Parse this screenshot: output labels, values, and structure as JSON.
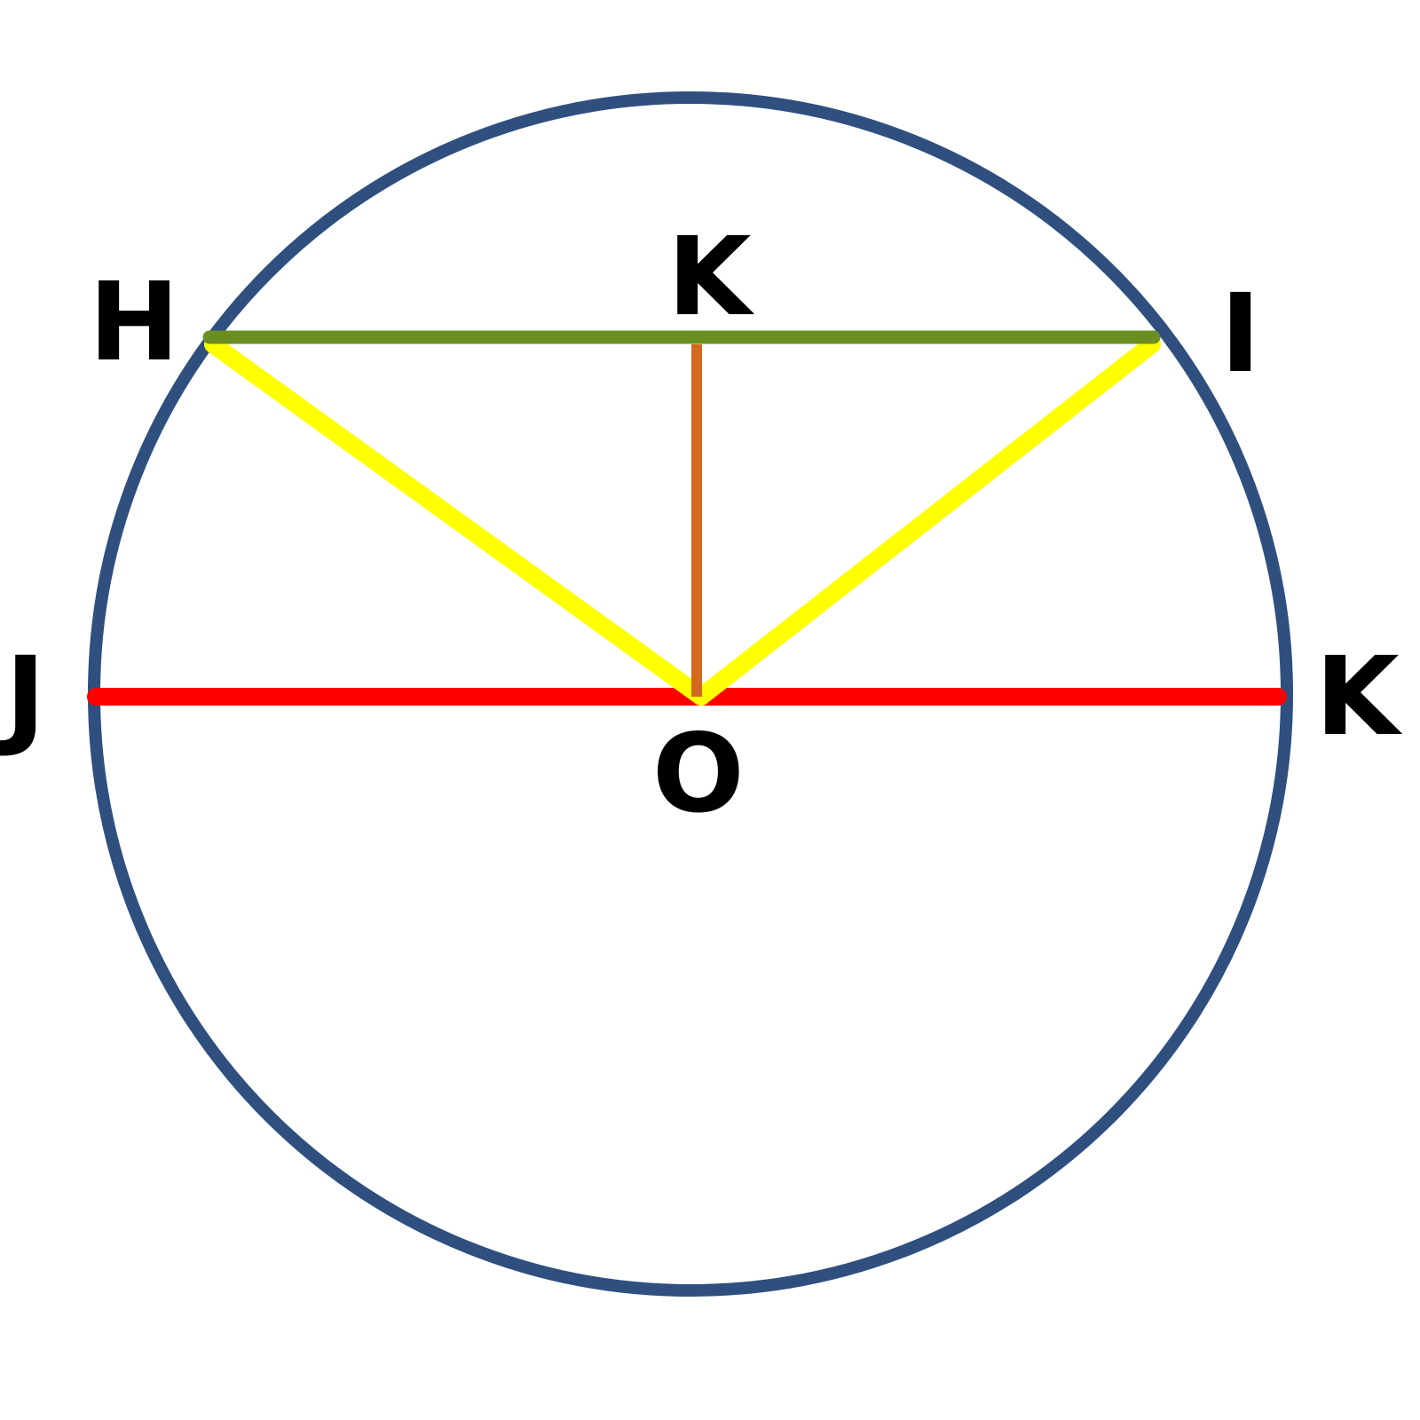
{
  "labels": {
    "H": "H",
    "K_top": "K",
    "I": "I",
    "J": "J",
    "K_right": "K",
    "O": "O"
  },
  "colors": {
    "circle": "#2f4f7f",
    "chord_HI": "#6b8e23",
    "diameter_JK": "#ff0000",
    "radii_OH_OI": "#ffff00",
    "segment_OK": "#d2691e",
    "text": "#000000"
  }
}
